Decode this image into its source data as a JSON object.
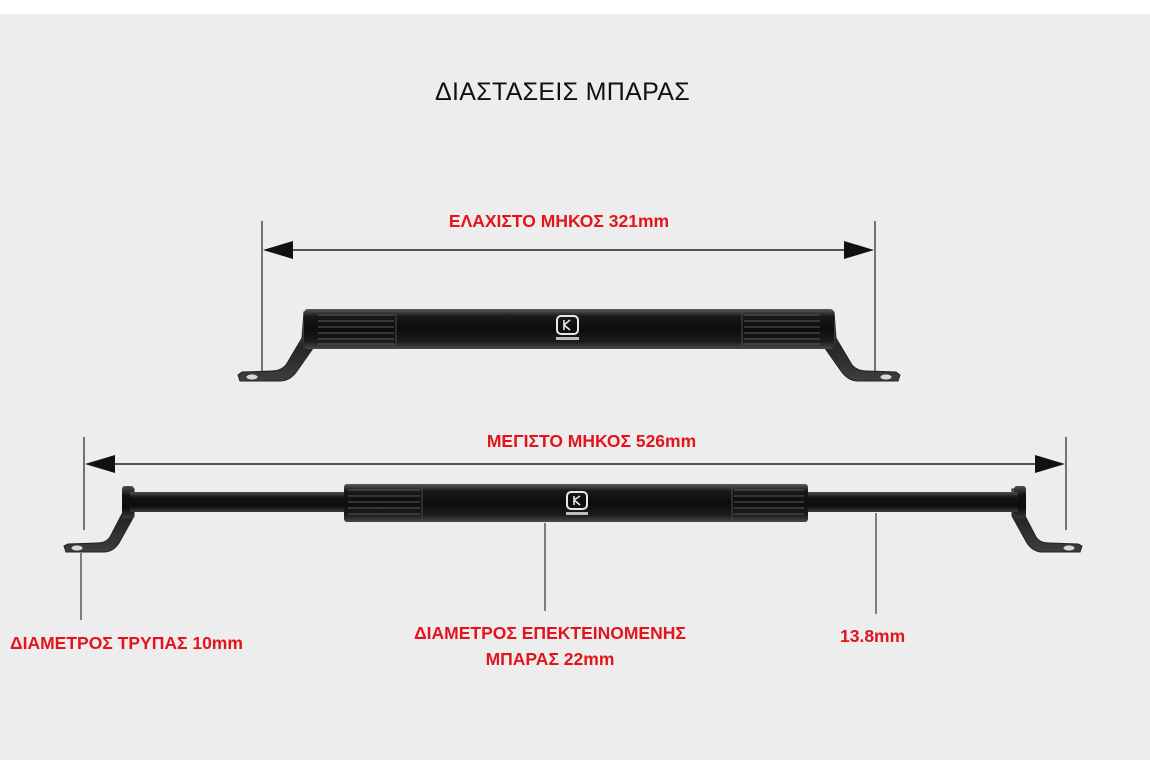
{
  "title": "ΔΙΑΣΤΑΣΕΙΣ ΜΠΑΡΑΣ",
  "labels": {
    "min_length": "ΕΛΑΧΙΣΤΟ ΜΗΚΟΣ 321mm",
    "max_length": "ΜΕΓΙΣΤΟ ΜΗΚΟΣ 526mm",
    "hole_diameter": "ΔΙΑΜΕΤΡΟΣ ΤΡΥΠΑΣ 10mm",
    "extending_bar_line1": "ΔΙΑΜΕΤΡΟΣ ΕΠΕΚΤΕΙΝΟΜΕΝΗΣ",
    "extending_bar_line2": "ΜΠΑΡΑΣ 22mm",
    "rod_diameter": "13.8mm"
  },
  "colors": {
    "panel_background": "#ededed",
    "label_red": "#e3141b",
    "bar_black": "#111111"
  },
  "icons": {
    "brand_logo": "kewig-logo"
  }
}
